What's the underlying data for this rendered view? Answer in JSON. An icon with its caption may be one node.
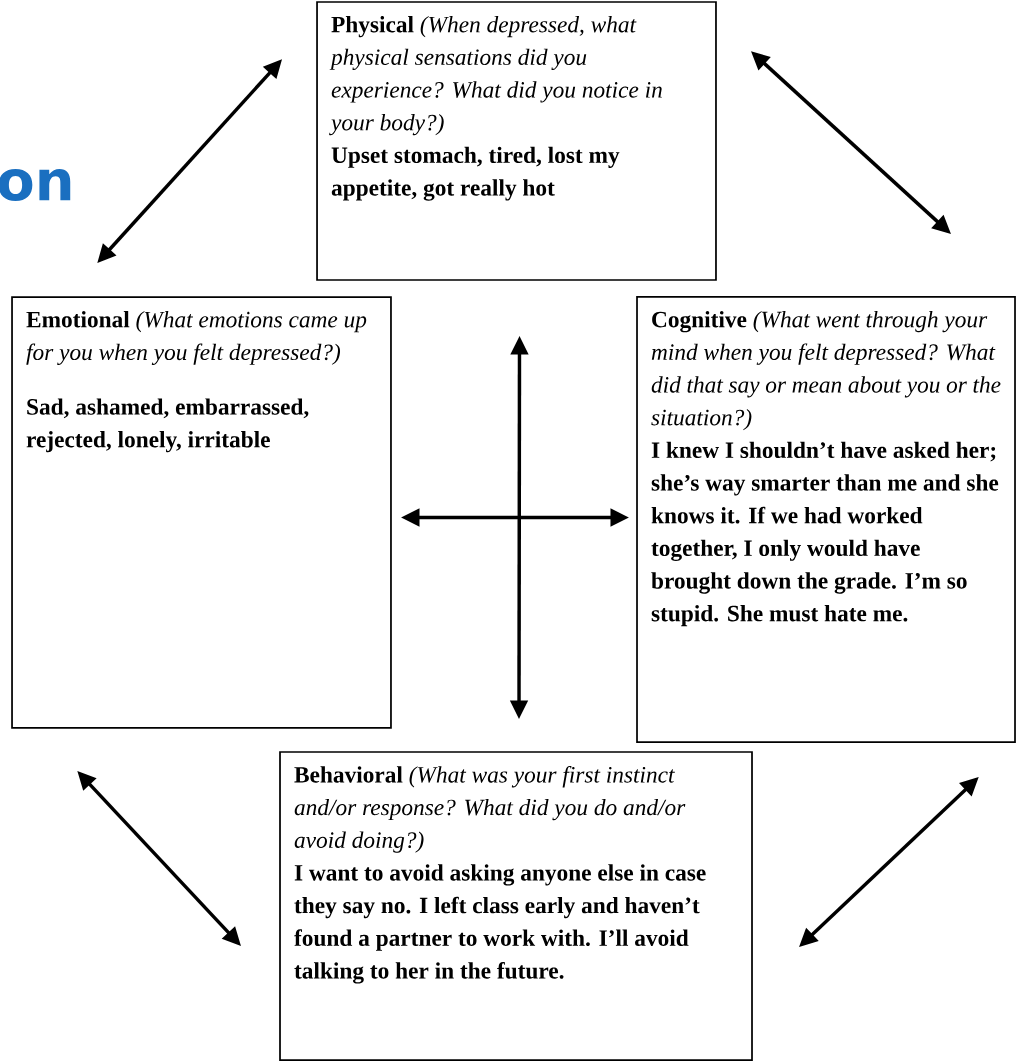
{
  "diagram": {
    "nodes": [
      {
        "text": [
          "**Physical** *(When depressed, what physical sensations did you experience? What did you notice in your body?)*",
          "Upset stomach, tired, lost my appetite, got really hot"
        ]
      },
      {
        "text": [
          "**Emotional** *(What emotions came up for you when you felt depressed?)*",
          "Sad, ashamed, embarrassed, rejected, lonely, irritable"
        ]
      },
      {
        "text": [
          "**Cognitive** *(What went through your mind when you felt depressed? What did that say or mean about you or the situation?)*",
          "I knew I shouldn’t have asked her; she’s way smarter than me and she knows it. If we had worked together, I only would have brought down the grade. I’m so stupid. She must hate me."
        ]
      },
      {
        "text": [
          "**Behavioral** *(What was your first instinct and/or response?  What did you do and/or avoid doing?)*",
          "I want to avoid asking anyone else in case they say no. I left class early and haven’t found a partner to work with.  I’ll avoid talking to her in the future."
        ]
      }
    ],
    "edges": [
      {
        "from": 0,
        "to": 1,
        "arrow": "both"
      },
      {
        "from": 0,
        "to": 2,
        "arrow": "both"
      },
      {
        "from": 1,
        "to": 3,
        "arrow": "both"
      },
      {
        "from": 2,
        "to": 3,
        "arrow": "both"
      },
      {
        "from": 1,
        "to": 2,
        "arrow": "both"
      },
      {
        "from": 0,
        "to": 3,
        "arrow": "both"
      }
    ],
    "labels": [
      "on"
    ]
  }
}
